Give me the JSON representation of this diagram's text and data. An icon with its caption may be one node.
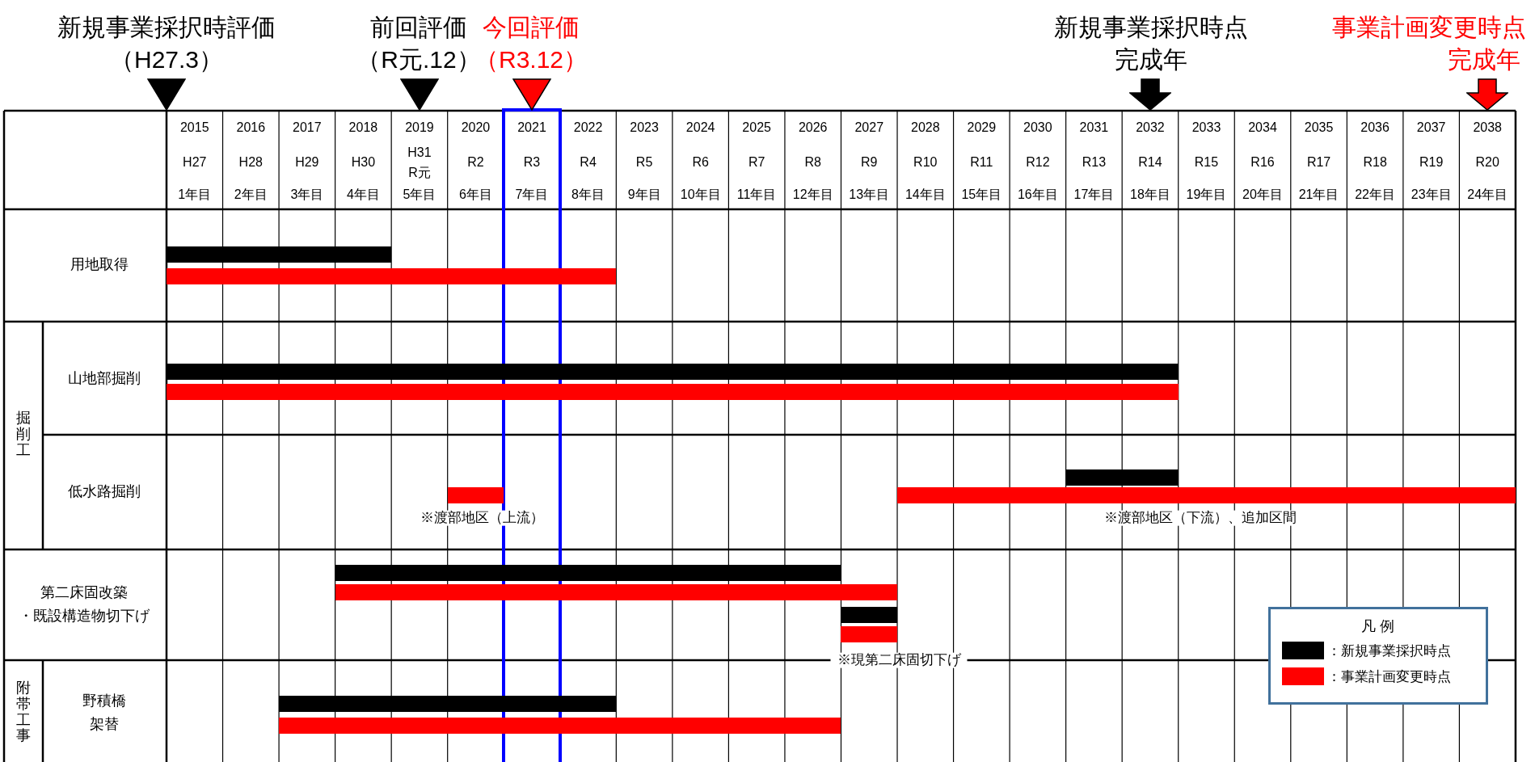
{
  "diagram": {
    "nodes": [
      {
        "text": [],
        "shape": "bar"
      },
      {
        "text": [],
        "shape": "bar"
      },
      {
        "text": [],
        "shape": "bar"
      },
      {
        "text": [],
        "shape": "bar"
      },
      {
        "text": [],
        "shape": "bar"
      },
      {
        "text": [],
        "shape": "bar"
      },
      {
        "text": [],
        "shape": "bar"
      },
      {
        "text": [],
        "shape": "bar"
      },
      {
        "text": [],
        "shape": "bar"
      },
      {
        "text": [],
        "shape": "bar"
      },
      {
        "text": [],
        "shape": "bar"
      },
      {
        "text": [],
        "shape": "bar"
      },
      {
        "text": [],
        "shape": "bar"
      }
    ],
    "edges": [],
    "labels": [
      "新規事業採択時評価",
      "（H27.3）",
      "前回評価",
      "（R元.12）",
      "今回評価",
      "（R3.12）",
      "新規事業採択時点",
      "完成年",
      "事業計画変更時点",
      "完成年",
      "2015",
      "2016",
      "2017",
      "2018",
      "2019",
      "2020",
      "2021",
      "2022",
      "2023",
      "2024",
      "2025",
      "2026",
      "2027",
      "2028",
      "2029",
      "2030",
      "2031",
      "2032",
      "2033",
      "2034",
      "2035",
      "2036",
      "2037",
      "2038",
      "H27",
      "H28",
      "H29",
      "H30",
      "H31",
      "R元",
      "R2",
      "R3",
      "R4",
      "R5",
      "R6",
      "R7",
      "R8",
      "R9",
      "R10",
      "R11",
      "R12",
      "R13",
      "R14",
      "R15",
      "R16",
      "R17",
      "R18",
      "R19",
      "R20",
      "1年目",
      "2年目",
      "3年目",
      "4年目",
      "5年目",
      "6年目",
      "7年目",
      "8年目",
      "9年目",
      "10年目",
      "11年目",
      "12年目",
      "13年目",
      "14年目",
      "15年目",
      "16年目",
      "17年目",
      "18年目",
      "19年目",
      "20年目",
      "21年目",
      "22年目",
      "23年目",
      "24年目",
      "用地取得",
      "掘削工",
      "山地部掘削",
      "低水路掘削",
      "※渡部地区（上流）",
      "※渡部地区（下流）、追加区間",
      "第二床固改築",
      "・既設構造物切下げ",
      "※現第二床固切下げ",
      "附帯工事",
      "野積橋",
      "架替",
      "凡 例"
    ],
    "legend": [
      {
        "text": "：新規事業採択時点",
        "color": "#000000"
      },
      {
        "text": "：事業計画変更時点",
        "color": "#ff0000"
      }
    ]
  }
}
